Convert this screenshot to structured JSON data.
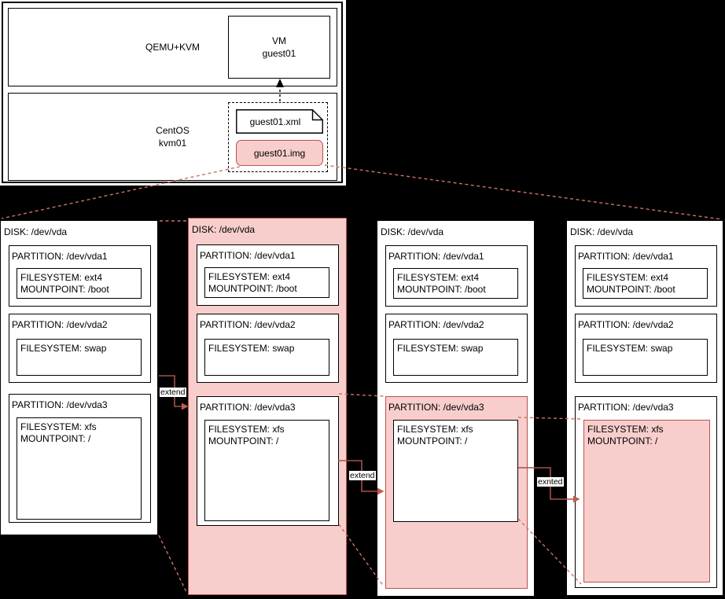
{
  "host": {
    "hypervisor_label": "QEMU+KVM",
    "vm": {
      "line1": "VM",
      "line2": "guest01"
    },
    "os": {
      "line1": "CentOS",
      "line2": "kvm01"
    },
    "files": {
      "xml": "guest01.xml",
      "img": "guest01.img"
    }
  },
  "arrow_labels": {
    "a1": "extend",
    "a2": "extend",
    "a3": "exnted"
  },
  "disks": [
    {
      "label": "DISK: /dev/vda",
      "highlight": "none",
      "partitions": [
        {
          "label": "PARTITION: /dev/vda1",
          "fs": [
            "FILESYSTEM: ext4",
            "MOUNTPOINT: /boot"
          ]
        },
        {
          "label": "PARTITION: /dev/vda2",
          "fs": [
            "FILESYSTEM: swap"
          ]
        },
        {
          "label": "PARTITION: /dev/vda3",
          "fs": [
            "FILESYSTEM: xfs",
            "MOUNTPOINT: /"
          ]
        }
      ]
    },
    {
      "label": "DISK: /dev/vda",
      "highlight": "disk",
      "partitions": [
        {
          "label": "PARTITION: /dev/vda1",
          "fs": [
            "FILESYSTEM: ext4",
            "MOUNTPOINT: /boot"
          ]
        },
        {
          "label": "PARTITION: /dev/vda2",
          "fs": [
            "FILESYSTEM: swap"
          ]
        },
        {
          "label": "PARTITION: /dev/vda3",
          "fs": [
            "FILESYSTEM: xfs",
            "MOUNTPOINT: /"
          ]
        }
      ]
    },
    {
      "label": "DISK: /dev/vda",
      "highlight": "partition-vda3",
      "partitions": [
        {
          "label": "PARTITION: /dev/vda1",
          "fs": [
            "FILESYSTEM: ext4",
            "MOUNTPOINT: /boot"
          ]
        },
        {
          "label": "PARTITION: /dev/vda2",
          "fs": [
            "FILESYSTEM: swap"
          ]
        },
        {
          "label": "PARTITION: /dev/vda3",
          "fs": [
            "FILESYSTEM: xfs",
            "MOUNTPOINT: /"
          ]
        }
      ]
    },
    {
      "label": "DISK: /dev/vda",
      "highlight": "filesystem-vda3",
      "partitions": [
        {
          "label": "PARTITION: /dev/vda1",
          "fs": [
            "FILESYSTEM: ext4",
            "MOUNTPOINT: /boot"
          ]
        },
        {
          "label": "PARTITION: /dev/vda2",
          "fs": [
            "FILESYSTEM: swap"
          ]
        },
        {
          "label": "PARTITION: /dev/vda3",
          "fs": [
            "FILESYSTEM: xfs",
            "MOUNTPOINT: /"
          ]
        }
      ]
    }
  ],
  "colors": {
    "highlight_fill": "#f8cecc",
    "highlight_stroke": "#b85450",
    "solid_connector": "#a5514a",
    "arrowhead": "#c25a50",
    "dashed_connector": "#cc7168"
  }
}
